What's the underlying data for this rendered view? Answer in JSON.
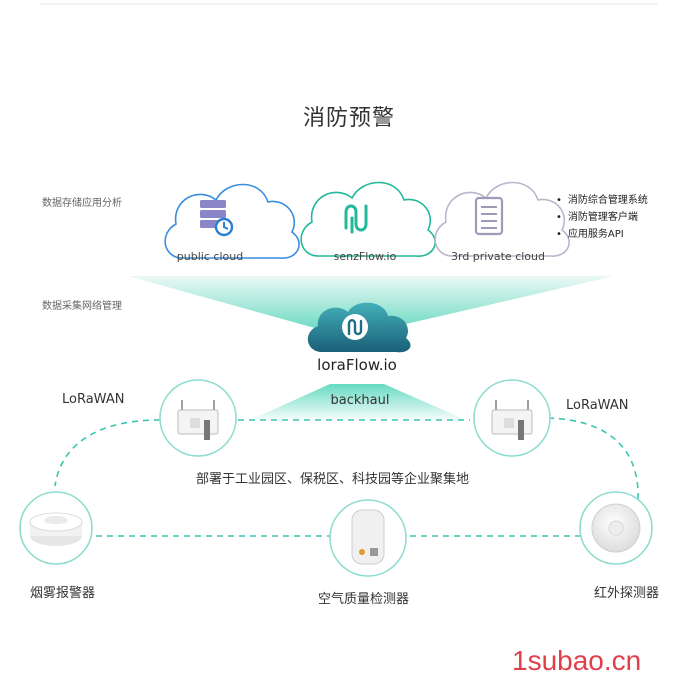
{
  "title": "消防预警",
  "sections": {
    "storage": "数据存储应用分析",
    "collection": "数据采集网络管理"
  },
  "clouds": [
    {
      "label": "public cloud",
      "icon": "database-sync-icon",
      "color": "#3a8ddc"
    },
    {
      "label": "senzFlow.io",
      "icon": "senzflow-logo-icon",
      "color": "#23b89a"
    },
    {
      "label": "3rd private cloud",
      "icon": "server-rack-icon",
      "color": "#a7a7bd"
    }
  ],
  "bullets": [
    "消防综合管理系统",
    "消防管理客户端",
    "应用服务API"
  ],
  "hub": {
    "label": "loraFlow.io",
    "color": "#1f6f84"
  },
  "backhaul": "backhaul",
  "gateways": [
    {
      "label": "LoRaWAN"
    },
    {
      "label": "LoRaWAN"
    }
  ],
  "deployment_note": "部署于工业园区、保税区、科技园等企业聚集地",
  "devices": [
    {
      "label": "烟雾报警器",
      "icon": "smoke-detector-icon"
    },
    {
      "label": "空气质量检测器",
      "icon": "air-quality-sensor-icon"
    },
    {
      "label": "红外探测器",
      "icon": "infrared-detector-icon"
    }
  ],
  "watermark": "1subao.cn",
  "colors": {
    "accent": "#2ec4a8",
    "dash": "#3cc6b0",
    "ring": "#8fdcd0"
  }
}
